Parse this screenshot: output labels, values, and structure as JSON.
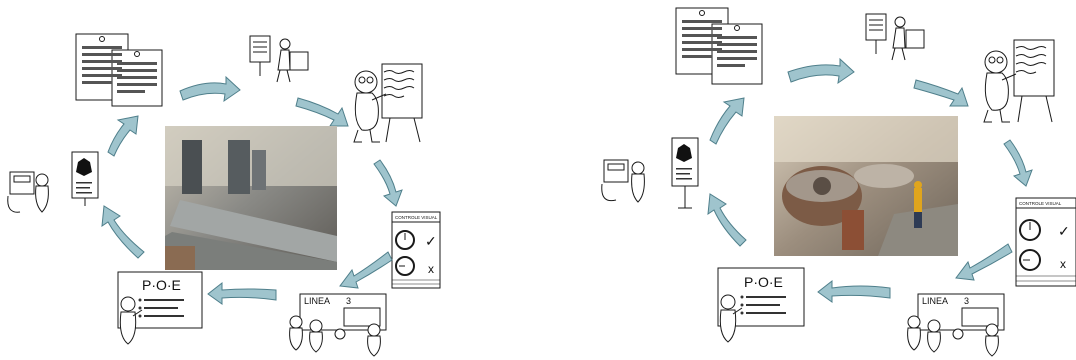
{
  "panels": [
    {
      "poe_title": "P·O·E",
      "linea_label": "LINEA",
      "linea_number": "3",
      "check_header": "CONTROLE VISUAL",
      "check_mark": "✓",
      "cross_mark": "x"
    },
    {
      "poe_title": "P·O·E",
      "linea_label": "LINEA",
      "linea_number": "3",
      "check_header": "CONTROLE VISUAL",
      "check_mark": "✓",
      "cross_mark": "x"
    }
  ],
  "colors": {
    "arrow_fill": "#9fc4cd",
    "arrow_stroke": "#4f7f8b",
    "line": "#1a1a1a"
  }
}
